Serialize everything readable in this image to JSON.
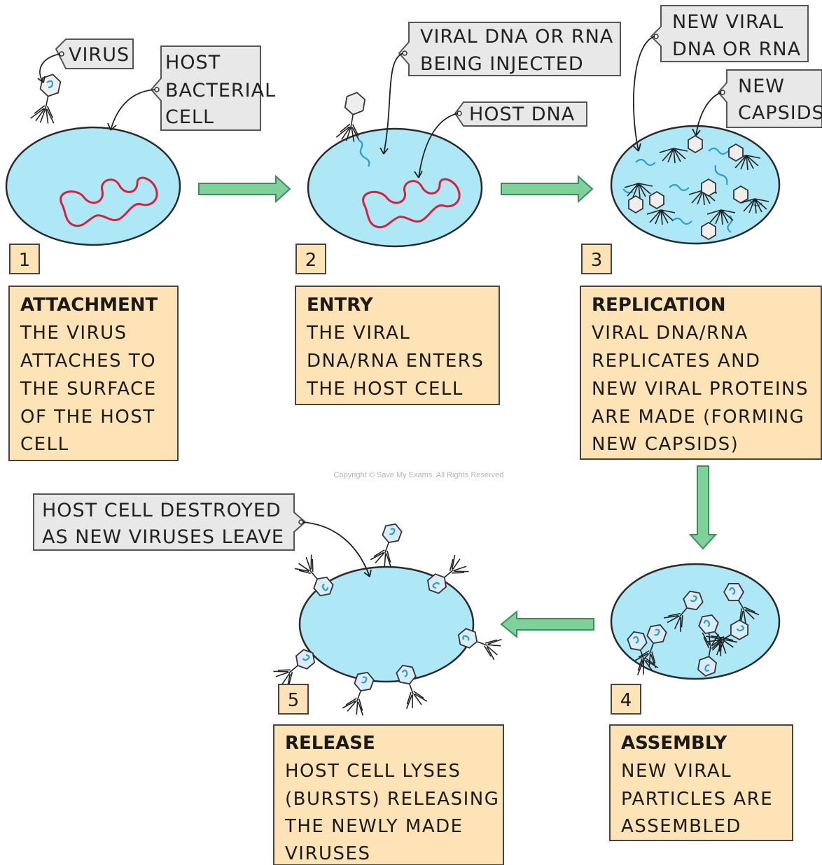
{
  "callouts": {
    "virus": "VIRUS",
    "host_bacterial_cell": [
      "HOST",
      "BACTERIAL",
      "CELL"
    ],
    "viral_dna_injected": [
      "VIRAL DNA OR RNA",
      "BEING INJECTED"
    ],
    "host_dna": "HOST DNA",
    "new_viral_dna": [
      "NEW VIRAL",
      "DNA OR RNA"
    ],
    "new_capsids": [
      "NEW",
      "CAPSIDS"
    ],
    "host_destroyed": [
      "HOST CELL DESTROYED",
      "AS NEW VIRUSES LEAVE"
    ]
  },
  "stages": [
    {
      "number": "1",
      "title": "ATTACHMENT",
      "lines": [
        "THE VIRUS",
        "ATTACHES TO",
        "THE SURFACE",
        "OF THE HOST",
        "CELL"
      ]
    },
    {
      "number": "2",
      "title": "ENTRY",
      "lines": [
        "THE VIRAL",
        "DNA/RNA ENTERS",
        "THE HOST CELL"
      ]
    },
    {
      "number": "3",
      "title": "REPLICATION",
      "lines": [
        "VIRAL DNA/RNA",
        "REPLICATES AND",
        "NEW VIRAL PROTEINS",
        "ARE MADE (FORMING",
        "NEW CAPSIDS)"
      ]
    },
    {
      "number": "4",
      "title": "ASSEMBLY",
      "lines": [
        "NEW VIRAL",
        "PARTICLES ARE",
        "ASSEMBLED"
      ]
    },
    {
      "number": "5",
      "title": "RELEASE",
      "lines": [
        "HOST CELL LYSES",
        "(BURSTS) RELEASING",
        "THE NEWLY MADE",
        "VIRUSES"
      ]
    }
  ],
  "copyright": "Copyright © Save My Exams. All Rights Reserved",
  "colors": {
    "cell_fill": "#aee8f6",
    "host_dna": "#d81f3c",
    "viral_dna": "#2a9fd0",
    "description_box": "#fde3b6",
    "label_tag": "#e8e8e8",
    "arrow": "#7fd19a"
  }
}
